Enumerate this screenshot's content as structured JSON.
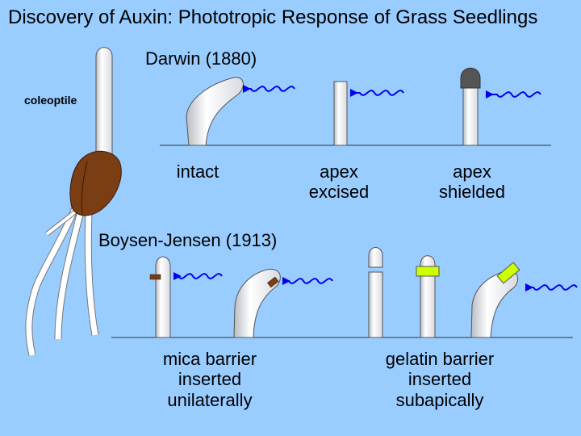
{
  "title": "Discovery of Auxin: Phototropic Response of Grass Seedlings",
  "seedling": {
    "label": "coleoptile"
  },
  "darwin": {
    "heading": "Darwin (1880)",
    "captions": [
      {
        "lines": [
          "intact"
        ]
      },
      {
        "lines": [
          "apex",
          "excised"
        ]
      },
      {
        "lines": [
          "apex",
          "shielded"
        ]
      }
    ]
  },
  "boysen": {
    "heading": "Boysen-Jensen (1913)",
    "captions": [
      {
        "lines": [
          "mica barrier",
          "inserted",
          "unilaterally"
        ]
      },
      {
        "lines": [
          "gelatin barrier",
          "inserted",
          "subapically"
        ]
      }
    ]
  },
  "colors": {
    "background": "#99ccff",
    "light_arrow": "#0000ee",
    "shoot_fill": "#ffffff",
    "seed": "#7a3d14",
    "mica": "#7a3d14",
    "gelatin": "#ccff00",
    "shield": "#555555"
  }
}
